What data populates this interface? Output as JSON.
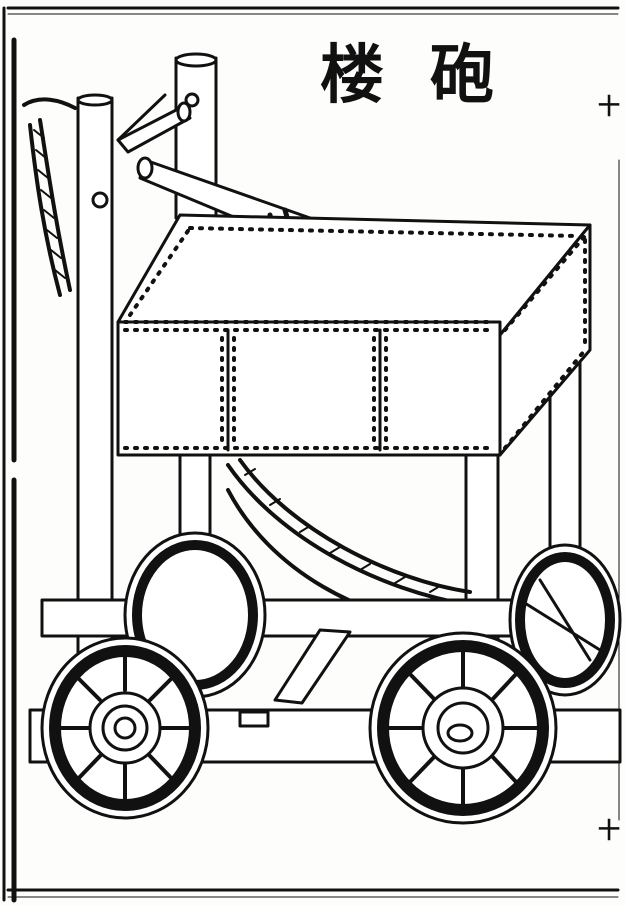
{
  "title": {
    "char1": "楼",
    "char2": "砲"
  },
  "margin_marks": {
    "top": "十",
    "bottom": "十"
  },
  "colors": {
    "ink": "#111111",
    "paper": "#fdfdfb"
  }
}
